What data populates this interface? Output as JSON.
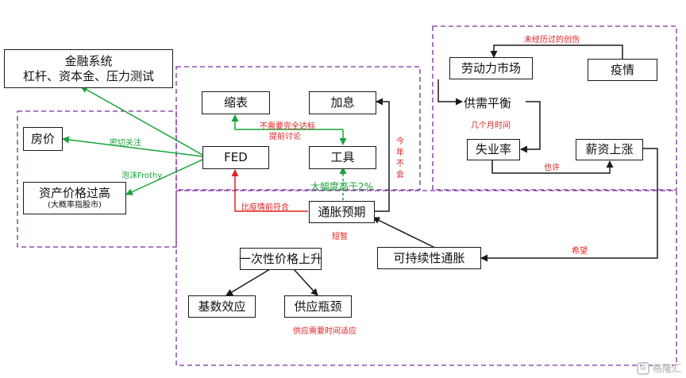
{
  "nodes": {
    "financial_system": {
      "line1": "金融系统",
      "line2": "杠杆、资本金、压力测试"
    },
    "housing_price": "房价",
    "asset_price": {
      "line1": "资产价格过高",
      "line2": "(大概率指股市)"
    },
    "taper": "缩表",
    "rate_hike": "加息",
    "fed": "FED",
    "employment": "工具",
    "inflation_expect": "通胀预期",
    "one_time_rise": "一次性价格上升",
    "base_effect": "基数效应",
    "supply_bottleneck": "供应瓶颈",
    "persistent_inflation": "可持续性通胀",
    "labor_market": "劳动力市场",
    "pandemic": "疫情",
    "supply_demand": "供需平衡",
    "unemployment": "失业率",
    "wage_rise": "薪资上涨"
  },
  "labels": {
    "close_watch": "密切关注",
    "froth": "泡沫Frothy",
    "no_need_meet": "不需要完全达标",
    "early_discuss": "提前讨论",
    "much_above": "大幅度高于2%",
    "pre_pandemic": "比疫情前符合",
    "short_term": "短暂",
    "not_this_year": "今年不会",
    "supply_time": "供应需要时间适应",
    "hope": "希望",
    "unprecedented_wound": "未经历过的创伤",
    "several_months": "几个月时间",
    "maybe": "也许"
  },
  "colors": {
    "red": "#e02020",
    "green": "#1aa33a",
    "purple": "#7a2d9a",
    "black": "#1a1a1a"
  },
  "watermark": {
    "icon": "G",
    "text": "格隆汇"
  }
}
